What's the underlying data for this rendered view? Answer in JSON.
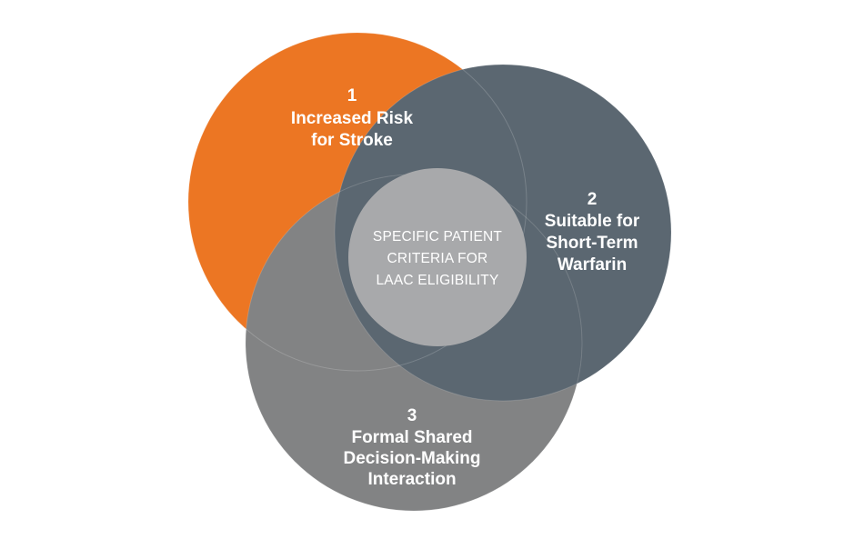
{
  "colors": {
    "circle1": "#ec7623",
    "circle2": "#5b6771",
    "circle3": "#828384",
    "center": "#a8a9ab",
    "text": "#ffffff"
  },
  "circles": [
    {
      "id": "c1",
      "number": "1",
      "lines": [
        "Increased Risk",
        "for Stroke"
      ]
    },
    {
      "id": "c2",
      "number": "2",
      "lines": [
        "Suitable for",
        "Short-Term",
        "Warfarin"
      ]
    },
    {
      "id": "c3",
      "number": "3",
      "lines": [
        "Formal Shared",
        "Decision-Making",
        "Interaction"
      ]
    }
  ],
  "center": {
    "lines": [
      "SPECIFIC PATIENT",
      "CRITERIA FOR",
      "LAAC ELIGIBILITY"
    ]
  }
}
